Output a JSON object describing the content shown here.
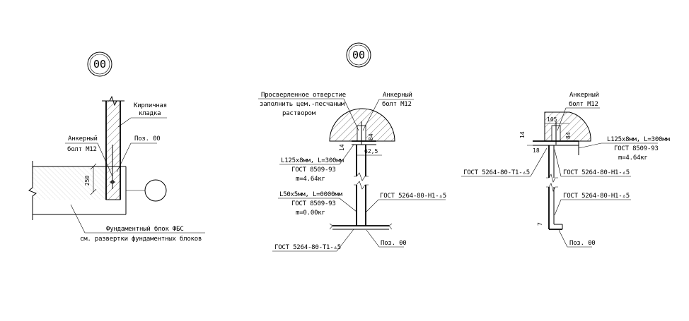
{
  "detail_1": {
    "mark": "00",
    "brick_label_1": "Кирпичная",
    "brick_label_2": "кладка",
    "anchor_label_1": "Анкерный",
    "anchor_label_2": "болт М12",
    "pos_label": "Поз. 00",
    "dim_250": "250",
    "block_label_1": "Фундаментный блок ФБС",
    "block_label_2": "см. развертки фундаментных блоков"
  },
  "detail_2": {
    "mark": "00",
    "hole_label_1": "Просверленное отверстие",
    "hole_label_2": "заполнить цем.-песчаным",
    "hole_label_3": "раствором",
    "anchor_label_1": "Анкерный",
    "anchor_label_2": "болт М12",
    "dim_14": "14",
    "dim_84": "84",
    "dim_625": "62,5",
    "angle_label_1": "L125х8мм, L=300мм",
    "angle_label_2": "ГОСТ 8509-93",
    "angle_label_3": "m=4.64кг",
    "angle2_label_1": "L50х5мм, L=0000мм",
    "angle2_label_2": "ГОСТ 8509-93",
    "angle2_label_3": "m=0.00кг",
    "weld_label_1": "ГОСТ 5264-80-Н1-▵5",
    "weld_label_2": "ГОСТ 5264-80-Т1-▵5",
    "pos_label": "Поз. 00"
  },
  "detail_3": {
    "anchor_label_1": "Анкерный",
    "anchor_label_2": "болт М12",
    "dim_105": "105",
    "dim_84": "84",
    "dim_14": "14",
    "dim_18": "18",
    "dim_7": "7",
    "angle_label_1": "L125х8мм, L=300мм",
    "angle_label_2": "ГОСТ 8509-93",
    "angle_label_3": "m=4.64кг",
    "weld_label_t1": "ГОСТ 5264-80-Т1-▵5",
    "weld_label_h1a": "ГОСТ 5264-80-Н1-▵5",
    "weld_label_h1b": "ГОСТ 5264-80-Н1-▵5",
    "pos_label": "Поз. 00"
  }
}
